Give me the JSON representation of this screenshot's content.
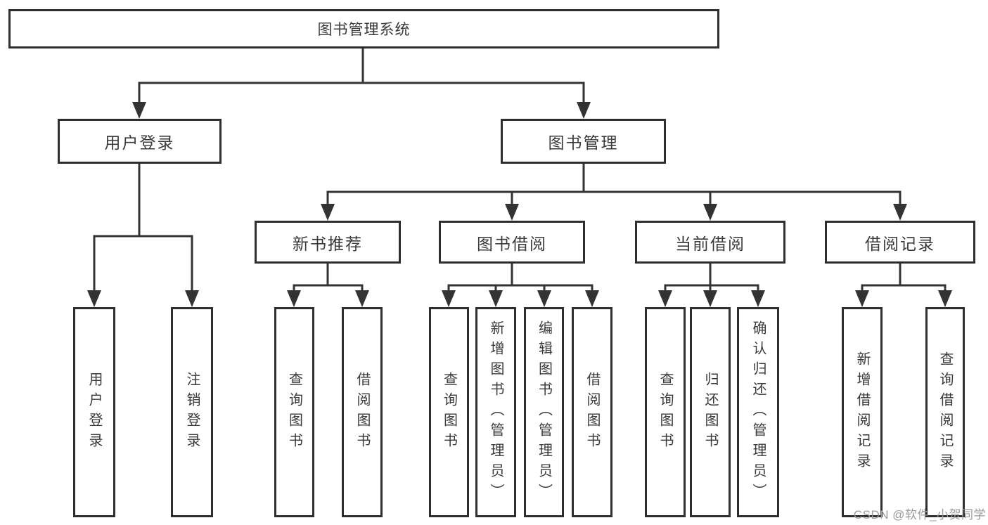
{
  "diagram": {
    "type": "hierarchy-tree",
    "colors": {
      "line": "#333333",
      "box_border": "#2e2e2e",
      "text": "#3a3a3a",
      "watermark": "#9b9b9b",
      "background": "#ffffff"
    },
    "nodes": {
      "root": "图书管理系统",
      "user_login": "用户登录",
      "book_mgmt": "图书管理",
      "new_book_rec": "新书推荐",
      "book_borrow": "图书借阅",
      "current_borrow": "当前借阅",
      "borrow_record": "借阅记录",
      "leaf_user_login": "用户登录",
      "leaf_logout": "注销登录",
      "leaf_nb_query": "查询图书",
      "leaf_nb_borrow": "借阅图书",
      "leaf_bb_query": "查询图书",
      "leaf_bb_add": "新增图书（管理员）",
      "leaf_bb_edit": "编辑图书（管理员）",
      "leaf_bb_borrow": "借阅图书",
      "leaf_cb_query": "查询图书",
      "leaf_cb_return": "归还图书",
      "leaf_cb_confirm": "确认归还（管理员）",
      "leaf_br_add": "新增借阅记录",
      "leaf_br_query": "查询借阅记录"
    },
    "structure": {
      "图书管理系统": {
        "用户登录": [
          "用户登录",
          "注销登录"
        ],
        "图书管理": {
          "新书推荐": [
            "查询图书",
            "借阅图书"
          ],
          "图书借阅": [
            "查询图书",
            "新增图书（管理员）",
            "编辑图书（管理员）",
            "借阅图书"
          ],
          "当前借阅": [
            "查询图书",
            "归还图书",
            "确认归还（管理员）"
          ],
          "借阅记录": [
            "新增借阅记录",
            "查询借阅记录"
          ]
        }
      }
    }
  },
  "watermark": {
    "text": "CSDN @软件_小贺同学"
  }
}
